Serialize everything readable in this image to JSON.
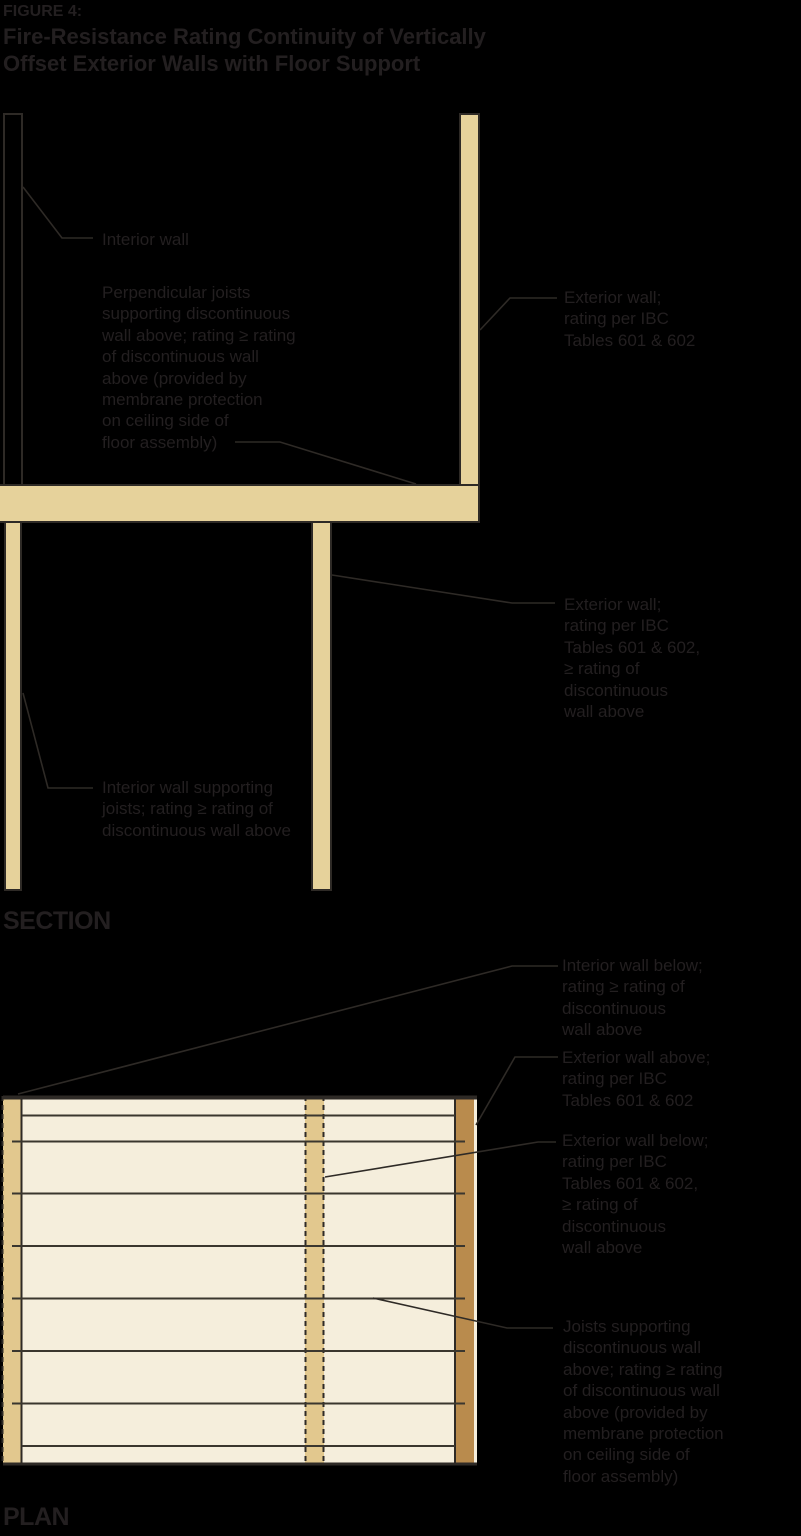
{
  "figure": {
    "label": "FIGURE 4:",
    "title_line1": "Fire-Resistance Rating Continuity of Vertically",
    "title_line2": "Offset Exterior Walls with Floor Support"
  },
  "section_view": {
    "caption": "SECTION",
    "labels": {
      "interior_wall": [
        "Interior wall"
      ],
      "perpendicular_joists": [
        "Perpendicular joists",
        "supporting discontinuous",
        "wall above; rating ≥ rating",
        "of discontinuous wall",
        "above (provided by",
        "membrane protection",
        "on ceiling side of",
        "floor assembly)"
      ],
      "exterior_wall_upper": [
        "Exterior wall;",
        "rating per IBC",
        "Tables 601 & 602"
      ],
      "exterior_wall_lower": [
        "Exterior wall;",
        "rating per IBC",
        "Tables 601 & 602,",
        "≥ rating of",
        "discontinuous",
        "wall above"
      ],
      "interior_wall_supporting": [
        "Interior wall supporting",
        "joists; rating ≥ rating of",
        "discontinuous wall above"
      ]
    }
  },
  "plan_view": {
    "caption": "PLAN",
    "labels": {
      "interior_wall_below": [
        "Interior wall below;",
        "rating ≥ rating of",
        "discontinuous",
        "wall above"
      ],
      "exterior_wall_above": [
        "Exterior wall above;",
        "rating per IBC",
        "Tables 601 & 602"
      ],
      "exterior_wall_below": [
        "Exterior wall below;",
        "rating per IBC",
        "Tables 601 & 602,",
        "≥ rating of",
        "discontinuous",
        "wall above"
      ],
      "joists_supporting": [
        "Joists supporting",
        "discontinuous wall",
        "above; rating ≥ rating",
        "of discontinuous wall",
        "above (provided by",
        "membrane protection",
        "on ceiling side of",
        "floor assembly)"
      ]
    }
  },
  "colors": {
    "background": "#000000",
    "text": "#231F20",
    "outline": "#2E2A26",
    "wall_tan": "#E6D29B",
    "plan_field": "#F5EEDC",
    "plan_wall_strip": "#E2C88E",
    "plan_exterior_below_strip": "#B98B4D",
    "joist_line": "#3A362E"
  }
}
